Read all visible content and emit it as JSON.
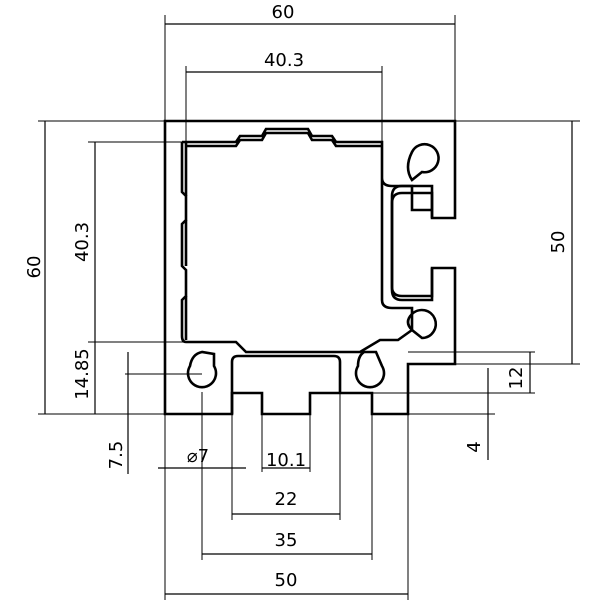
{
  "dimensions": {
    "top_width": "60",
    "inner_top_width": "40.3",
    "left_height": "60",
    "inner_left_height": "40.3",
    "bottom_offset": "14.85",
    "slot_offset_small": "7.5",
    "hole_diameter": "⌀7",
    "slot_opening": "10.1",
    "slot_width": "22",
    "hole_spacing": "35",
    "bottom_width": "50",
    "right_height": "50",
    "right_step": "12",
    "slot_depth": "4"
  },
  "colors": {
    "line": "#000000",
    "background": "#ffffff"
  }
}
